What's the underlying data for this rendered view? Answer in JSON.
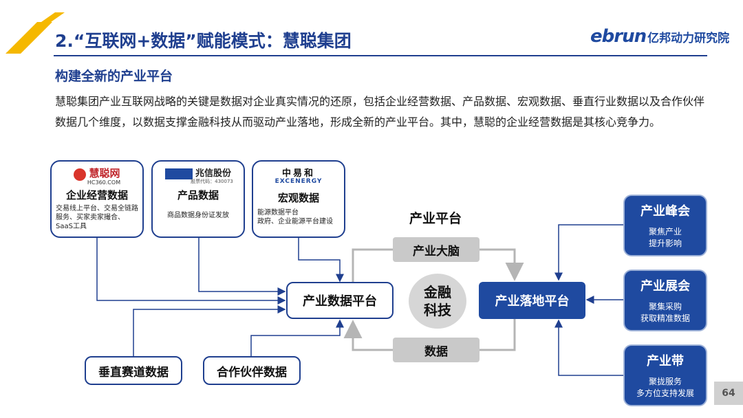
{
  "header": {
    "title": "2.“互联网+数据”赋能模式：慧聪集团",
    "logo_en": "ebrun",
    "logo_cn": "亿邦动力研究院",
    "accent_color": "#1f3f8f",
    "stripe_color": "#f5b800"
  },
  "subtitle": "构建全新的产业平台",
  "paragraph": "慧聪集团产业互联网战略的关键是数据对企业真实情况的还原，包括企业经营数据、产品数据、宏观数据、垂直行业数据以及合作伙伴数据几个维度，以数据支撑金融科技从而驱动产业落地，形成全新的产业平台。其中，慧聪的企业经营数据是其核心竞争力。",
  "cards": [
    {
      "logo_text": "慧聪网",
      "logo_sub": "HC360.COM",
      "title": "企业经营数据",
      "desc": "交易线上平台、交易全链路服务、买家卖家撮合、SaaS工具"
    },
    {
      "logo_text": "兆信股份",
      "logo_sub": "股票代码：430073",
      "title": "产品数据",
      "desc": "商品数据身份证发放"
    },
    {
      "logo_text": "中易和",
      "logo_sub": "EXCENERGY",
      "title": "宏观数据",
      "desc": "能源数据平台\n政府、企业能源平台建设"
    }
  ],
  "bottom_boxes": {
    "vertical": "垂直赛道数据",
    "partner": "合作伙伴数据"
  },
  "center": {
    "platform_label": "产业平台",
    "brain": "产业大脑",
    "data": "数据",
    "fintech": "金融\n科技",
    "data_platform": "产业数据平台",
    "landing_platform": "产业落地平台"
  },
  "right_boxes": [
    {
      "title": "产业峰会",
      "desc": "聚焦产业\n提升影响"
    },
    {
      "title": "产业展会",
      "desc": "聚集采购\n获取精准数据"
    },
    {
      "title": "产业带",
      "desc": "聚拢服务\n多方位支持发展"
    }
  ],
  "page_number": "64"
}
